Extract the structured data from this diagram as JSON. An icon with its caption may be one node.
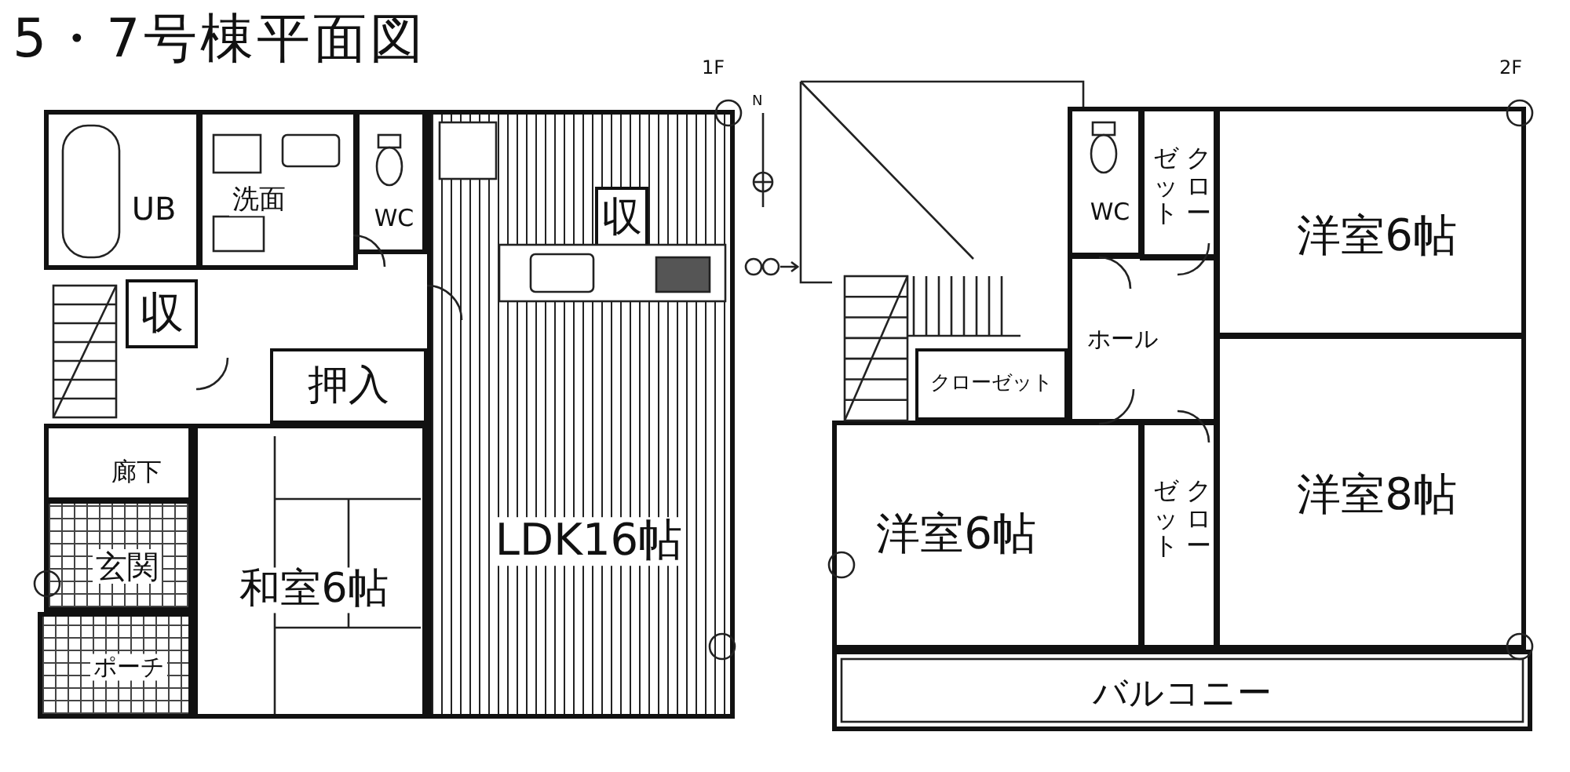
{
  "diagram": {
    "title": "5・7号棟平面図",
    "nodes": [
      {
        "text": [
          "UB"
        ]
      },
      {
        "text": [
          "洗面"
        ]
      },
      {
        "text": [
          "WC"
        ]
      },
      {
        "text": [
          "LDK16帖"
        ]
      },
      {
        "text": [
          "収"
        ],
        "in": 3
      },
      {
        "text": [
          "収"
        ]
      },
      {
        "text": [
          "押入"
        ]
      },
      {
        "text": [
          "廊下"
        ]
      },
      {
        "text": [
          "和室6帖"
        ]
      },
      {
        "text": [
          "玄関"
        ]
      },
      {
        "text": [
          "ポーチ"
        ]
      },
      {
        "text": [
          "WC"
        ]
      },
      {
        "text": [
          "クローゼット"
        ]
      },
      {
        "text": [
          "洋室6帖"
        ]
      },
      {
        "text": [
          "ホール"
        ]
      },
      {
        "text": [
          "クローゼット"
        ]
      },
      {
        "text": [
          "洋室6帖"
        ]
      },
      {
        "text": [
          "クローゼット"
        ]
      },
      {
        "text": [
          "洋室8帖"
        ]
      },
      {
        "text": [
          "バルコニー"
        ]
      }
    ],
    "labels": [
      "1F",
      "N",
      "2F"
    ]
  }
}
